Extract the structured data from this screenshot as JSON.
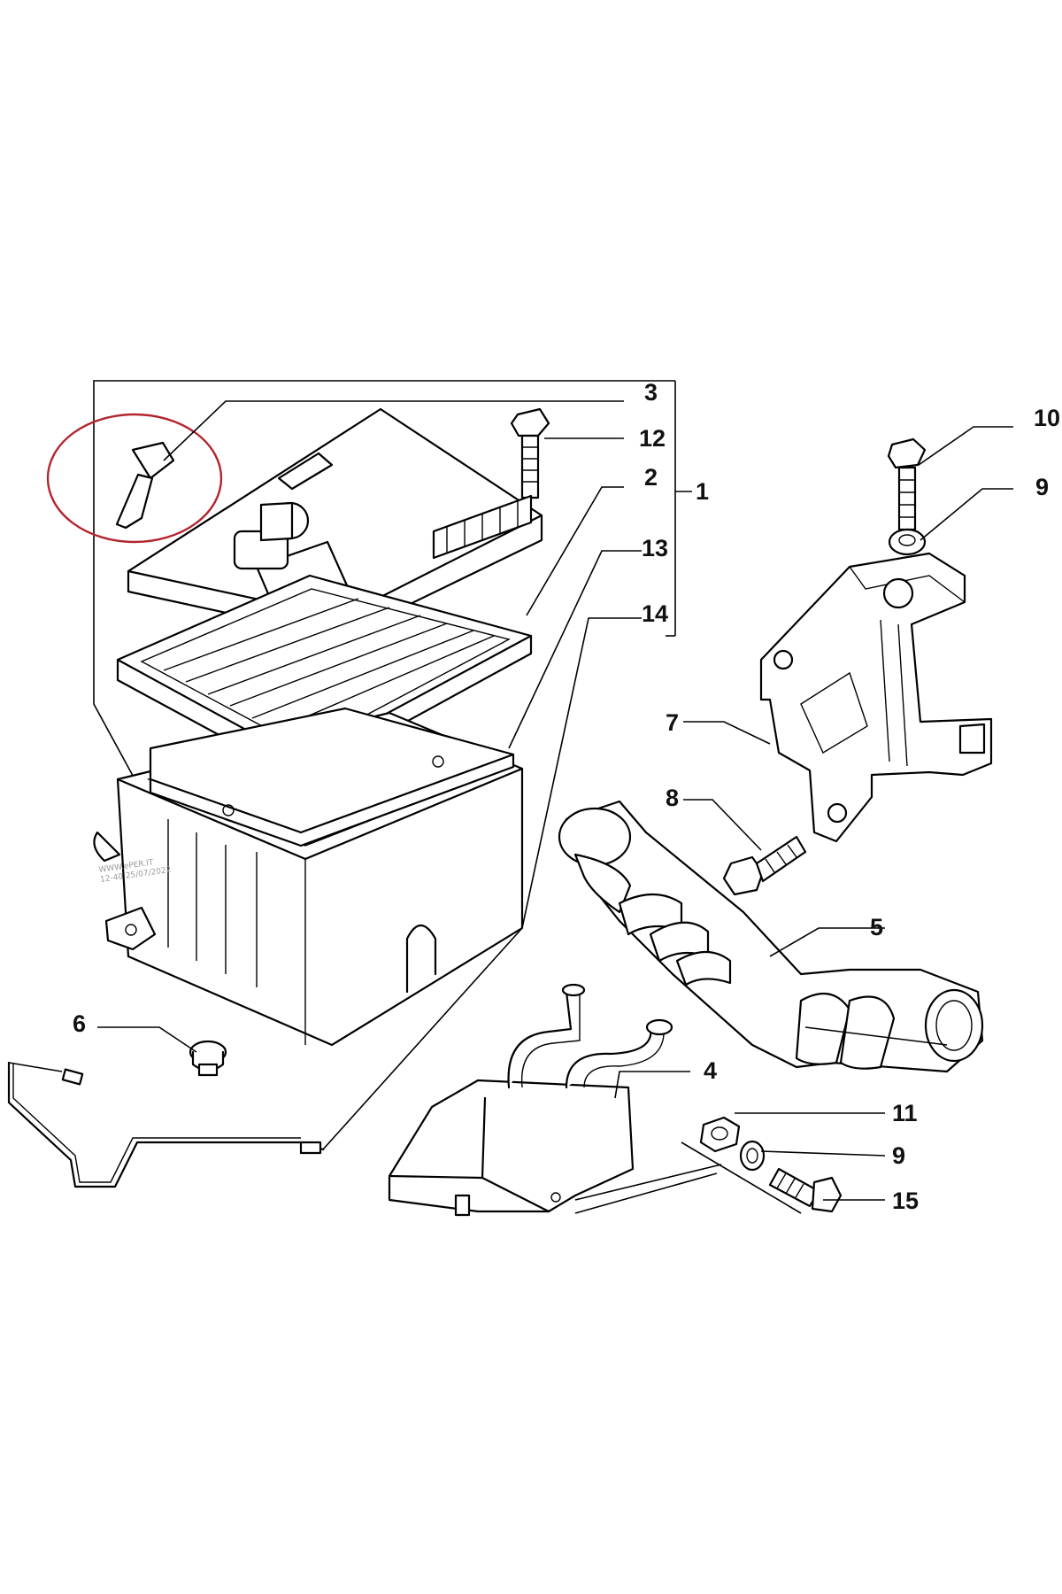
{
  "callouts": {
    "c1": "1",
    "c2": "2",
    "c3": "3",
    "c4": "4",
    "c5": "5",
    "c6": "6",
    "c7": "7",
    "c8": "8",
    "c9a": "9",
    "c9b": "9",
    "c10": "10",
    "c11": "11",
    "c12": "12",
    "c13": "13",
    "c14": "14",
    "c15": "15"
  },
  "watermark": "WWW.ePER.IT\n12-40 25/07/2022",
  "colors": {
    "line": "#000000",
    "highlight": "#b3262e",
    "background": "#ffffff"
  }
}
